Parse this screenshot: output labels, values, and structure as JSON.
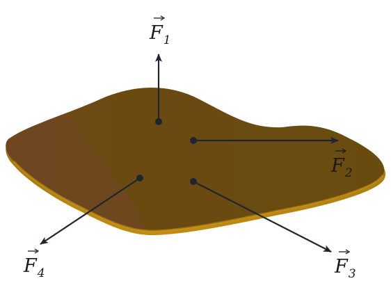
{
  "forces": [
    {
      "id": "f1",
      "symbol": "F",
      "subscript": "1"
    },
    {
      "id": "f2",
      "symbol": "F",
      "subscript": "2"
    },
    {
      "id": "f3",
      "symbol": "F",
      "subscript": "3"
    },
    {
      "id": "f4",
      "symbol": "F",
      "subscript": "4"
    }
  ],
  "colors": {
    "body_fill": "#6a4b10",
    "body_edge": "#b7860f",
    "body_shadow_side": "#6e4820",
    "arrow": "#1f2530"
  }
}
